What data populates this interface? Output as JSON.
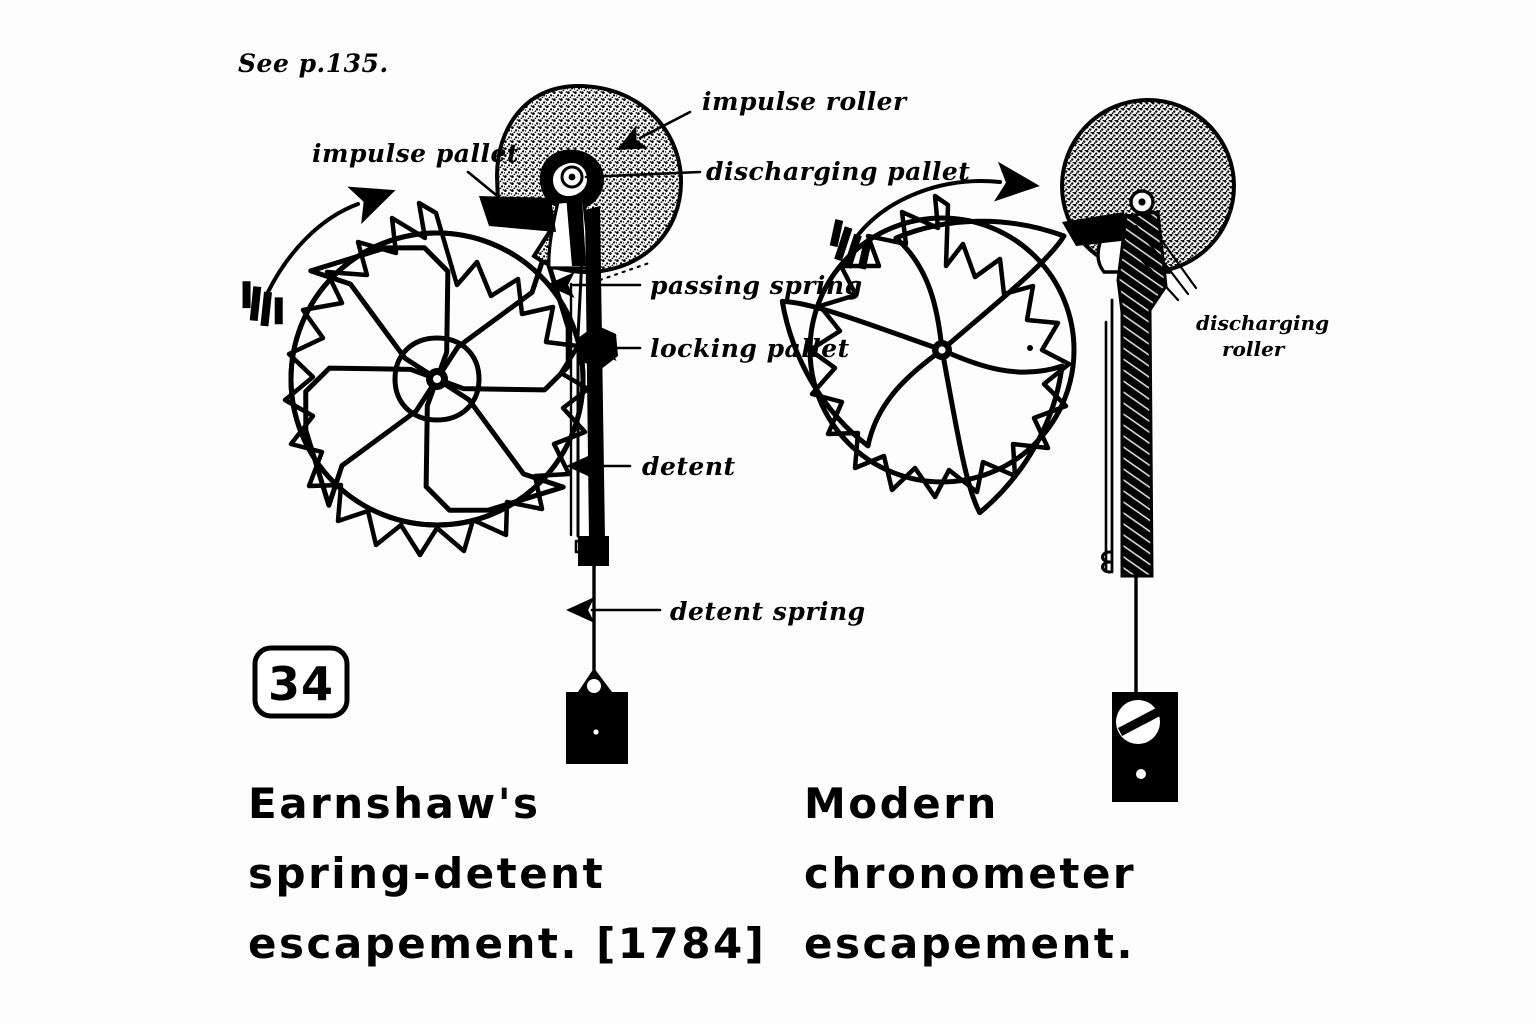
{
  "page": {
    "background_color": "#fdfdfd",
    "ink_color": "#000000",
    "reference_note": "See p.135.",
    "figure_number": "34"
  },
  "left_figure": {
    "caption_lines": [
      "Earnshaw's",
      "spring-detent",
      "escapement.  [1784]"
    ],
    "caption_plain": "Earnshaw's spring-detent escapement. [1784]",
    "date_bracket": "[1784]",
    "labels": [
      {
        "id": "impulse-pallet",
        "text": "impulse pallet"
      },
      {
        "id": "impulse-roller",
        "text": "impulse roller"
      },
      {
        "id": "discharging-pallet",
        "text": "discharging pallet"
      },
      {
        "id": "passing-spring",
        "text": "passing spring"
      },
      {
        "id": "locking-pallet",
        "text": "locking pallet"
      },
      {
        "id": "detent",
        "text": "detent"
      },
      {
        "id": "detent-spring",
        "text": "detent spring"
      }
    ],
    "escape_wheel": {
      "teeth": 15,
      "spokes": 4,
      "spoke_style": "straight"
    },
    "rotation": "counter-clockwise"
  },
  "right_figure": {
    "caption_lines": [
      "Modern",
      "chronometer",
      "escapement."
    ],
    "caption_plain": "Modern chronometer escapement.",
    "labels": [
      {
        "id": "discharging-roller",
        "text_line_1": "discharging",
        "text_line_2": "roller",
        "text": "discharging roller"
      }
    ],
    "escape_wheel": {
      "teeth": 15,
      "spokes": 3,
      "spoke_style": "curved"
    },
    "rotation": "clockwise"
  }
}
